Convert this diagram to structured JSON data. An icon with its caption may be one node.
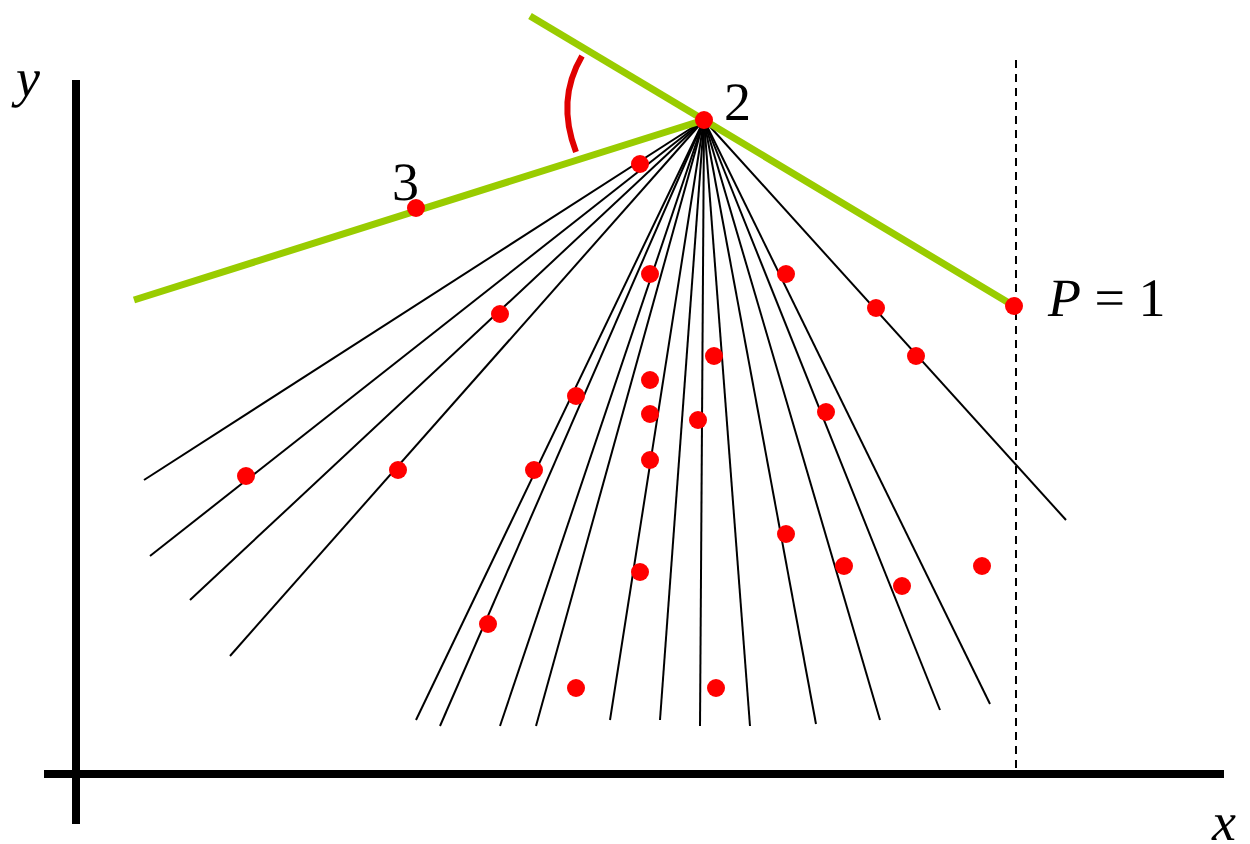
{
  "diagram": {
    "labels": [
      "y",
      "3",
      "2",
      "*P* = 1",
      "x"
    ]
  }
}
